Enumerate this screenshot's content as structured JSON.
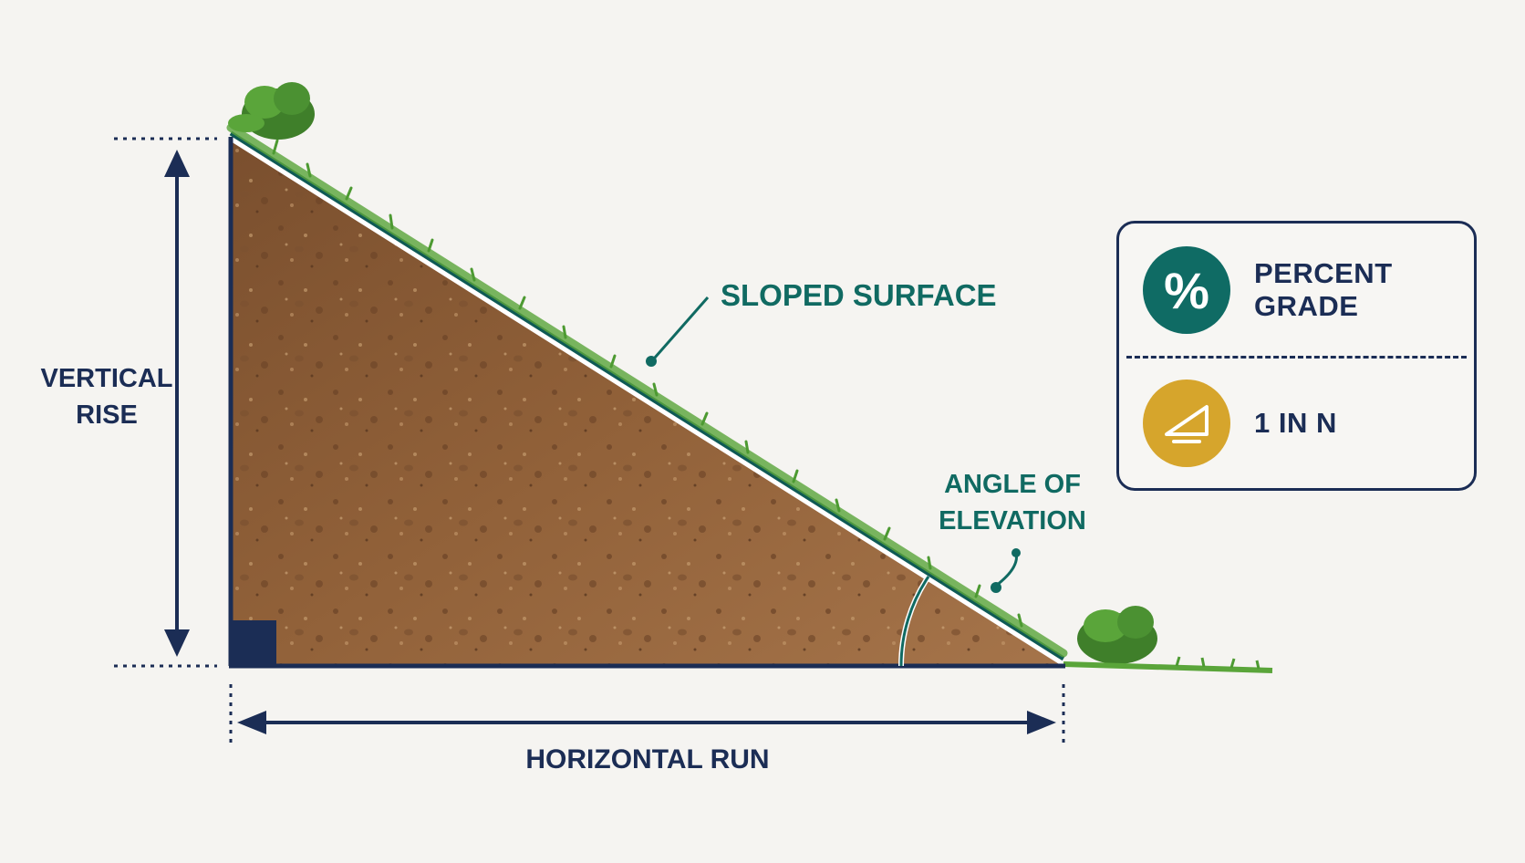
{
  "labels": {
    "vertical_rise_line1": "VERTICAL",
    "vertical_rise_line2": "RISE",
    "horizontal_run": "HORIZONTAL RUN",
    "sloped_surface": "SLOPED SURFACE",
    "angle_line1": "ANGLE OF",
    "angle_line2": "ELEVATION"
  },
  "legend": {
    "items": [
      {
        "icon": "percent-icon",
        "symbol": "%",
        "label": "PERCENT GRADE",
        "color": "#0f6b64"
      },
      {
        "icon": "ratio-triangle-icon",
        "symbol": "",
        "label": "1 IN N",
        "color": "#d6a52c"
      }
    ]
  },
  "colors": {
    "navy": "#1b2d55",
    "teal": "#106a62",
    "soil": "#8a5a34",
    "grass": "#4d9a32",
    "gold": "#d6a52c"
  }
}
